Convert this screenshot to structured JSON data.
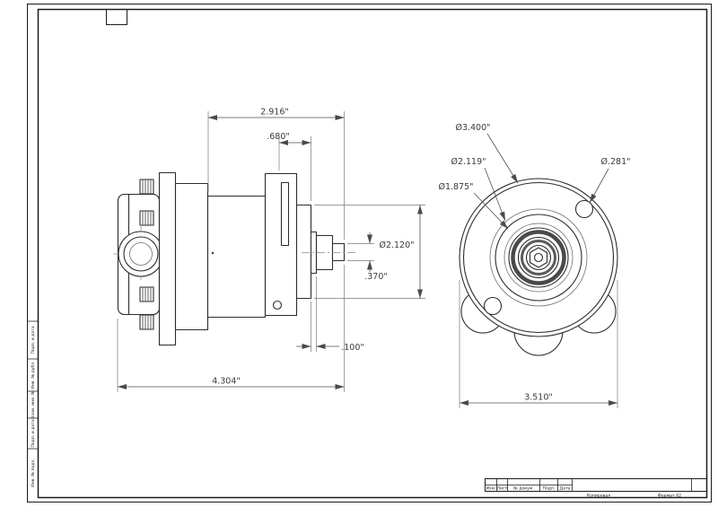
{
  "drawing": {
    "stamps_left": [
      "Подп. и дата",
      "Инв. № дубл.",
      "Взам. инв. №",
      "Подп. и дата",
      "Инв. № подл."
    ],
    "title_block": {
      "cols": [
        "Изм.",
        "Лист",
        "№ докум.",
        "Подп.",
        "Дата"
      ],
      "copied": "Копировал",
      "format": "Формат А2"
    },
    "side_view": {
      "dims": {
        "body_length": "2.916\"",
        "flange_offset": ".680\"",
        "pilot_diameter": "Ø2.120\"",
        "shaft_length": ".370\"",
        "step": ".100\"",
        "overall_length": "4.304\""
      }
    },
    "front_view": {
      "dims": {
        "flange_diameter": "Ø3.400\"",
        "bolt_circle": "Ø2.119\"",
        "pilot_diameter": "Ø1.875\"",
        "hole_diameter": "Ø.281\"",
        "overall_width": "3.510\""
      }
    }
  }
}
